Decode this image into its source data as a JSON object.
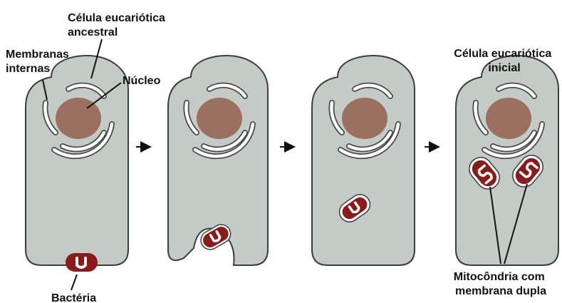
{
  "labels": {
    "ancestral_cell": [
      "Célula eucariótica",
      "ancestral"
    ],
    "internal_membranes": [
      "Membranas",
      "internas"
    ],
    "nucleus": "Núcleo",
    "bacterium": "Bactéria",
    "early_cell": [
      "Célula eucariótica",
      "inicial"
    ],
    "mitochondria": [
      "Mitocôndria com",
      "membrana dupla"
    ]
  },
  "colors": {
    "cytoplasm": "#c4cac6",
    "cell_outline": "#3d3d3d",
    "nucleus": "#9c7060",
    "bacterium": "#8b1a1a",
    "membrane": "#ffffff"
  },
  "stages": [
    {
      "name": "ancestral-cell"
    },
    {
      "name": "engulfing-cell"
    },
    {
      "name": "internalized-cell"
    },
    {
      "name": "early-eukaryotic-cell"
    }
  ]
}
